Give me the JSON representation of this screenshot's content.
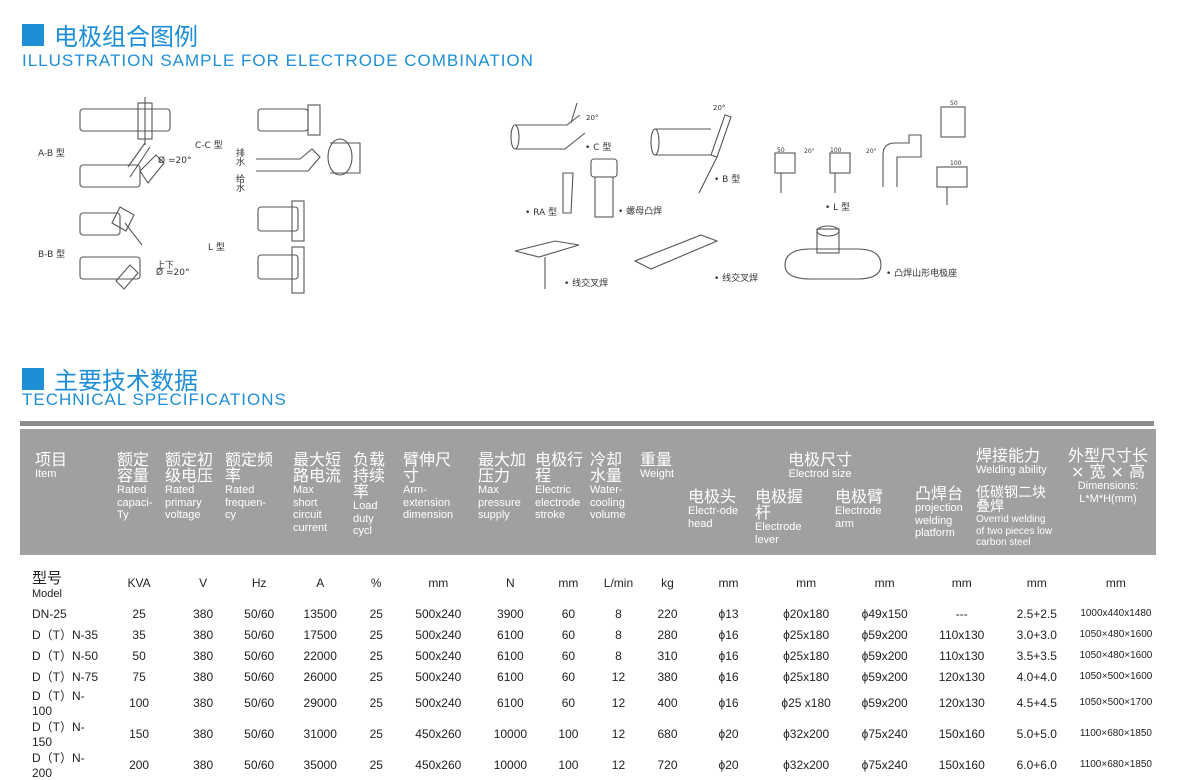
{
  "section1": {
    "title_cn": "电极组合图例",
    "title_en": "ILLUSTRATION SAMPLE FOR ELECTRODE COMBINATION"
  },
  "diagrams_left": {
    "ab_label": "A-B 型",
    "ab_angle": "Ø =20°",
    "cc_label": "C-C 型",
    "cc_drain": "排水",
    "cc_feed": "给水",
    "bb_label": "B-B 型",
    "bb_updown": "上下",
    "bb_angle": "Ø =20°",
    "l_label": "L 型"
  },
  "diagrams_right": {
    "c_label": "• C 型",
    "c_angle": "20°",
    "b_label": "• B 型",
    "b_angle": "20°",
    "ra_label": "• RA 型",
    "nut_label": "• 螺母凸焊",
    "l_label": "• L 型",
    "l_50a": "50",
    "l_20a": "20°",
    "l_100": "100",
    "l_20b": "20°",
    "l_50b": "50",
    "l_100b": "100",
    "cross1_label": "• 线交叉焊",
    "cross2_label": "• 线交叉焊",
    "mount_label": "• 凸焊山形电极座"
  },
  "section2": {
    "title_cn": "主要技术数据",
    "title_en": "TECHNICAL SPECIFICATIONS"
  },
  "header": {
    "item": {
      "cn": "项目",
      "en": "Item"
    },
    "capacity": {
      "cn": "额定容量",
      "en": "Rated capaci-Ty"
    },
    "voltage": {
      "cn": "额定初级电压",
      "en": "Rated primary voltage"
    },
    "frequency": {
      "cn": "额定频率",
      "en": "Rated frequen-cy"
    },
    "current": {
      "cn": "最大短路电流",
      "en": "Max short circuit current"
    },
    "duty": {
      "cn": "负载持续率",
      "en": "Load duty cycl"
    },
    "arm": {
      "cn": "臂伸尺寸",
      "en": "Arm-extension dimension"
    },
    "pressure": {
      "cn": "最大加压力",
      "en": "Max pressure supply"
    },
    "stroke": {
      "cn": "电极行程",
      "en": "Electric electrode stroke"
    },
    "cooling": {
      "cn": "冷却水量",
      "en": "Water-cooling volume"
    },
    "weight": {
      "cn": "重量",
      "en": "Weight"
    },
    "electrode_size": {
      "cn": "电极尺寸",
      "en": "Electrod size"
    },
    "electrode_head": {
      "cn": "电极头",
      "en": "Electr-ode head"
    },
    "electrode_lever": {
      "cn": "电极握杆",
      "en": "Electrode lever"
    },
    "electrode_arm": {
      "cn": "电极臂",
      "en": "Electrode arm"
    },
    "projection": {
      "cn": "凸焊台",
      "en": "projection welding platform"
    },
    "welding_ability": {
      "cn": "焊接能力",
      "en": "Welding ability"
    },
    "low_carbon": {
      "cn": "低碳钢二块叠焊",
      "en": "Overrid welding of two pieces low carbon steel"
    },
    "dimensions": {
      "cn": "外型尺寸长 × 宽 × 高",
      "en": "Dimensions: L*M*H(mm)"
    }
  },
  "units": {
    "model_cn": "型号",
    "model_en": "Model",
    "values": [
      "KVA",
      "V",
      "Hz",
      "A",
      "%",
      "mm",
      "N",
      "mm",
      "L/min",
      "kg",
      "mm",
      "mm",
      "mm",
      "mm",
      "mm",
      "mm"
    ]
  },
  "rows": [
    [
      "DN-25",
      "25",
      "380",
      "50/60",
      "13500",
      "25",
      "500x240",
      "3900",
      "60",
      "8",
      "220",
      "ϕ13",
      "ϕ20x180",
      "ϕ49x150",
      "---",
      "2.5+2.5",
      "1000x440x1480"
    ],
    [
      "D（T）N-35",
      "35",
      "380",
      "50/60",
      "17500",
      "25",
      "500x240",
      "6100",
      "60",
      "8",
      "280",
      "ϕ16",
      "ϕ25x180",
      "ϕ59x200",
      "110x130",
      "3.0+3.0",
      "1050×480×1600"
    ],
    [
      "D（T）N-50",
      "50",
      "380",
      "50/60",
      "22000",
      "25",
      "500x240",
      "6100",
      "60",
      "8",
      "310",
      "ϕ16",
      "ϕ25x180",
      "ϕ59x200",
      "110x130",
      "3.5+3.5",
      "1050×480×1600"
    ],
    [
      "D（T）N-75",
      "75",
      "380",
      "50/60",
      "26000",
      "25",
      "500x240",
      "6100",
      "60",
      "12",
      "380",
      "ϕ16",
      "ϕ25x180",
      "ϕ59x200",
      "120x130",
      "4.0+4.0",
      "1050×500×1600"
    ],
    [
      "D（T）N-100",
      "100",
      "380",
      "50/60",
      "29000",
      "25",
      "500x240",
      "6100",
      "60",
      "12",
      "400",
      "ϕ16",
      "ϕ25 x180",
      "ϕ59x200",
      "120x130",
      "4.5+4.5",
      "1050×500×1700"
    ],
    [
      "D（T）N-150",
      "150",
      "380",
      "50/60",
      "31000",
      "25",
      "450x260",
      "10000",
      "100",
      "12",
      "680",
      "ϕ20",
      "ϕ32x200",
      "ϕ75x240",
      "150x160",
      "5.0+5.0",
      "1100×680×1850"
    ],
    [
      "D（T）N-200",
      "200",
      "380",
      "50/60",
      "35000",
      "25",
      "450x260",
      "10000",
      "100",
      "12",
      "720",
      "ϕ20",
      "ϕ32x200",
      "ϕ75x240",
      "150x160",
      "6.0+6.0",
      "1100×680×1850"
    ]
  ]
}
